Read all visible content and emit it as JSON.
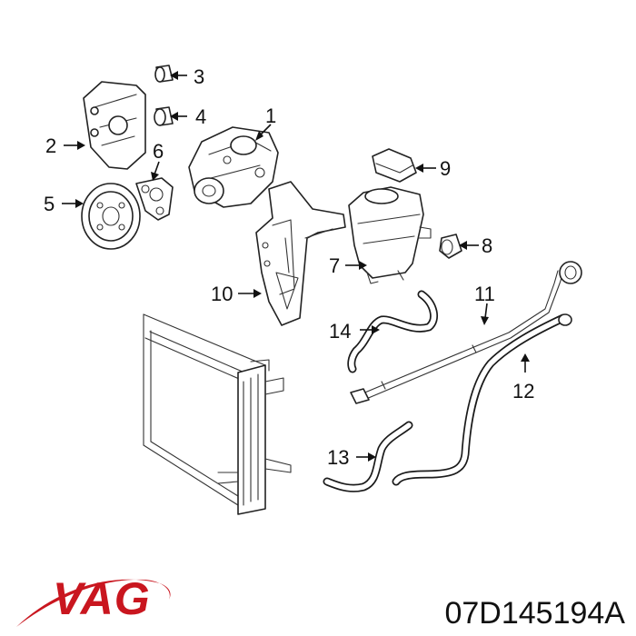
{
  "callouts": [
    {
      "id": "1",
      "label": "1"
    },
    {
      "id": "2",
      "label": "2"
    },
    {
      "id": "3",
      "label": "3"
    },
    {
      "id": "4",
      "label": "4"
    },
    {
      "id": "5",
      "label": "5"
    },
    {
      "id": "6",
      "label": "6"
    },
    {
      "id": "7",
      "label": "7"
    },
    {
      "id": "8",
      "label": "8"
    },
    {
      "id": "9",
      "label": "9"
    },
    {
      "id": "10",
      "label": "10"
    },
    {
      "id": "11",
      "label": "11"
    },
    {
      "id": "12",
      "label": "12"
    },
    {
      "id": "13",
      "label": "13"
    },
    {
      "id": "14",
      "label": "14"
    }
  ],
  "brand": {
    "name": "VAG",
    "color": "#c9161f"
  },
  "part_number": "07D145194A"
}
